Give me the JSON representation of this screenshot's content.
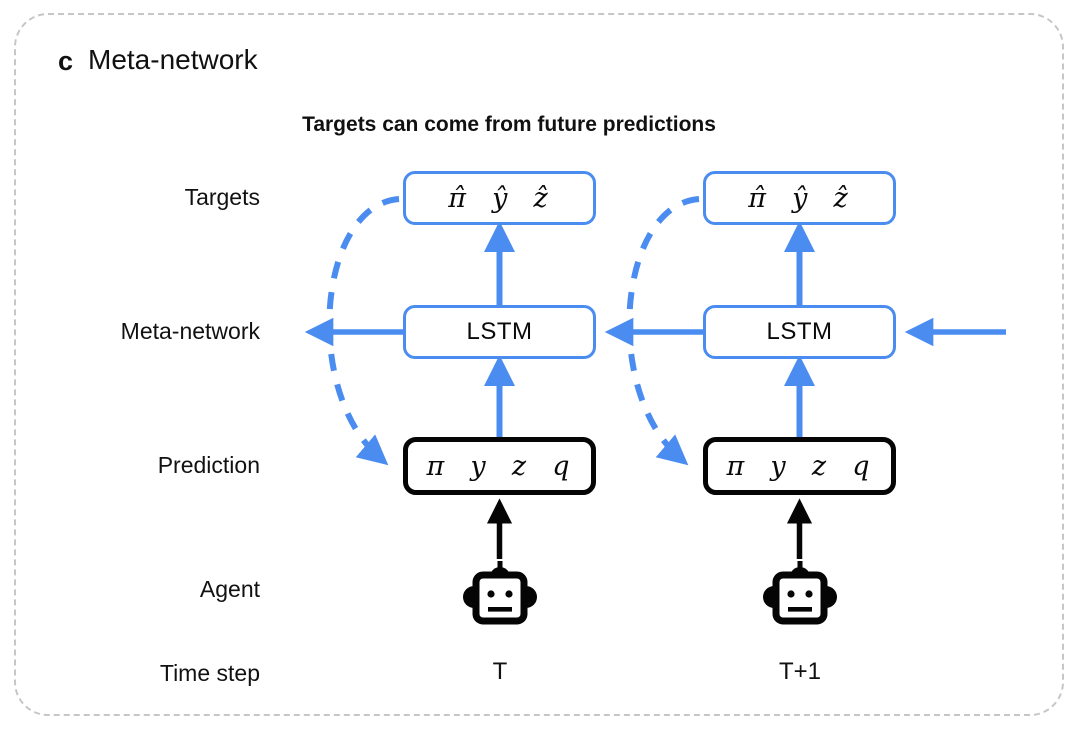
{
  "panel": {
    "letter": "c",
    "title": "Meta-network",
    "headline": "Targets can come from future predictions",
    "border_color": "#c6c6c6"
  },
  "colors": {
    "accent_blue": "#4a8cf0",
    "black": "#050505",
    "text": "#111111",
    "panel_dash": "#c6c6c6"
  },
  "row_labels": {
    "targets": "Targets",
    "meta_network": "Meta-network",
    "prediction": "Prediction",
    "agent": "Agent",
    "time_step": "Time step"
  },
  "columns": [
    {
      "time_step": "T",
      "targets_box": {
        "symbols": [
          "π̂",
          "ŷ",
          "ẑ"
        ],
        "text": "π̂  ŷ  ẑ",
        "border": "blue"
      },
      "meta_box": {
        "text": "LSTM",
        "border": "blue"
      },
      "prediction_box": {
        "symbols": [
          "π",
          "y",
          "z",
          "q"
        ],
        "text": "π  y  z  q",
        "border": "black"
      },
      "agent_icon": "robot-icon"
    },
    {
      "time_step": "T+1",
      "targets_box": {
        "symbols": [
          "π̂",
          "ŷ",
          "ẑ"
        ],
        "text": "π̂  ŷ  ẑ",
        "border": "blue"
      },
      "meta_box": {
        "text": "LSTM",
        "border": "blue"
      },
      "prediction_box": {
        "symbols": [
          "π",
          "y",
          "z",
          "q"
        ],
        "text": "π  y  z  q",
        "border": "black"
      },
      "agent_icon": "robot-icon"
    }
  ],
  "edges": [
    {
      "name": "prediction-to-lstm",
      "style": "solid",
      "color": "#4a8cf0",
      "direction": "up"
    },
    {
      "name": "lstm-to-targets",
      "style": "solid",
      "color": "#4a8cf0",
      "direction": "up"
    },
    {
      "name": "lstm-recurrent-leftward",
      "style": "solid",
      "color": "#4a8cf0",
      "direction": "left"
    },
    {
      "name": "agent-to-prediction",
      "style": "solid",
      "color": "#050505",
      "direction": "up"
    },
    {
      "name": "targets-to-prediction-feedback",
      "style": "dashed",
      "color": "#4a8cf0",
      "direction": "curve-down-left"
    }
  ]
}
